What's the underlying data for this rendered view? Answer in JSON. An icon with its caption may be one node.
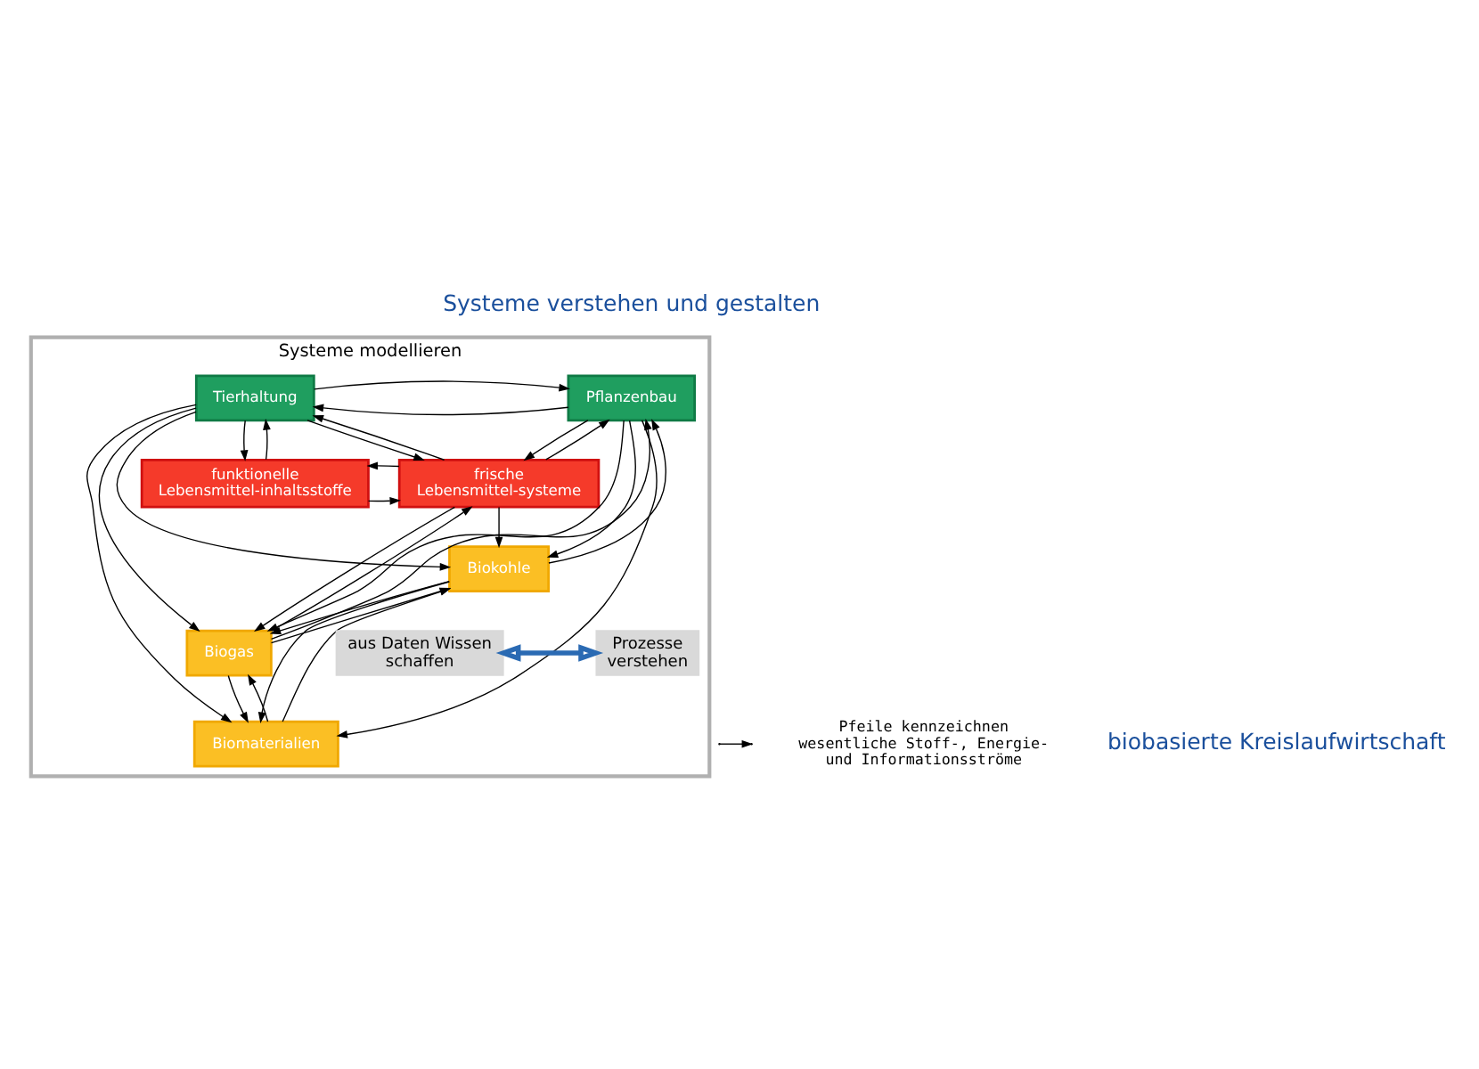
{
  "diagram": {
    "nodes": [
      {
        "text": [
          "Systeme modellieren"
        ]
      },
      {
        "text": [
          "Pflanzenbau"
        ],
        "in": 0
      },
      {
        "text": [
          "Tierhaltung"
        ],
        "in": 0
      },
      {
        "text": [
          "frische Lebensmittel-systeme"
        ],
        "in": 0
      },
      {
        "text": [
          "funktionelle Lebensmittel-inhaltsstoffe"
        ],
        "in": 0
      },
      {
        "text": [
          "Biogas"
        ],
        "in": 0
      },
      {
        "text": [
          "Biomaterialien"
        ],
        "in": 0
      },
      {
        "text": [
          "Biokohle"
        ],
        "in": 0
      },
      {
        "text": [
          "Prozesse verstehen"
        ],
        "in": 0
      },
      {
        "text": [
          "aus Daten Wissen schaffen"
        ],
        "in": 0
      }
    ],
    "edges": [
      {
        "from": 1,
        "to": 2,
        "arrow": "to"
      },
      {
        "from": 2,
        "to": 1,
        "arrow": "to"
      },
      {
        "from": 1,
        "to": 3,
        "arrow": "to"
      },
      {
        "from": 3,
        "to": 1,
        "arrow": "to"
      },
      {
        "from": 2,
        "to": 3,
        "arrow": "to"
      },
      {
        "from": 3,
        "to": 2,
        "arrow": "to"
      },
      {
        "from": 2,
        "to": 4,
        "arrow": "to"
      },
      {
        "from": 4,
        "to": 2,
        "arrow": "to"
      },
      {
        "from": 4,
        "to": 3,
        "arrow": "to"
      },
      {
        "from": 3,
        "to": 4,
        "arrow": "to"
      },
      {
        "from": 3,
        "to": 5,
        "arrow": "to"
      },
      {
        "from": 5,
        "to": 3,
        "arrow": "to"
      },
      {
        "from": 3,
        "to": 7,
        "arrow": "to"
      },
      {
        "from": 2,
        "to": 5,
        "arrow": "to"
      },
      {
        "from": 2,
        "to": 6,
        "arrow": "to"
      },
      {
        "from": 2,
        "to": 7,
        "arrow": "to"
      },
      {
        "from": 1,
        "to": 6,
        "arrow": "to"
      },
      {
        "from": 1,
        "to": 5,
        "arrow": "to"
      },
      {
        "from": 5,
        "to": 1,
        "arrow": "to"
      },
      {
        "from": 1,
        "to": 7,
        "arrow": "to"
      },
      {
        "from": 7,
        "to": 1,
        "arrow": "to"
      },
      {
        "from": 5,
        "to": 6,
        "arrow": "to"
      },
      {
        "from": 6,
        "to": 5,
        "arrow": "to"
      },
      {
        "from": 5,
        "to": 7,
        "arrow": "to"
      },
      {
        "from": 7,
        "to": 5,
        "arrow": "to"
      },
      {
        "from": 6,
        "to": 7,
        "arrow": "to"
      },
      {
        "from": 7,
        "to": 6,
        "arrow": "to"
      },
      {
        "from": 8,
        "to": 9,
        "arrow": "both",
        "style": "thick",
        "color": "#2a6ab3"
      }
    ],
    "labels": [
      "Systeme verstehen und gestalten",
      "biobasierte Kreislaufwirtschaft"
    ],
    "legend": [
      {
        "text": "Pfeile kennzeichnen wesentliche Stoff-, Energie- und Informationsströme"
      }
    ]
  }
}
